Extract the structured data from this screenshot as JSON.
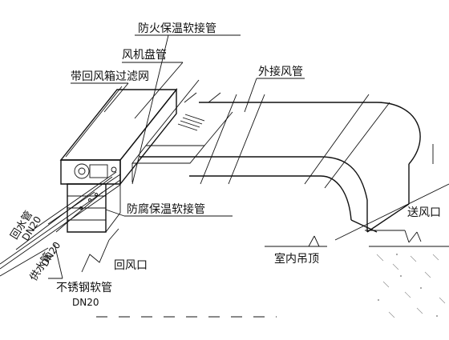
{
  "labels": {
    "fire_flex_joint": "防火保温软接管",
    "fan_coil": "风机盘管",
    "return_box_filter": "带回风箱过滤网",
    "outer_duct": "外接风管",
    "anticorrosion_flex_joint": "防腐保温软接管",
    "supply_outlet": "送风口",
    "return_pipe": "回水管",
    "return_pipe_size": "DN20",
    "supply_pipe": "供水管",
    "supply_pipe_size": "DN20",
    "return_outlet": "回风口",
    "ceiling": "室内吊顶",
    "stainless_hose": "不锈钢软管",
    "stainless_hose_size": "DN20"
  }
}
